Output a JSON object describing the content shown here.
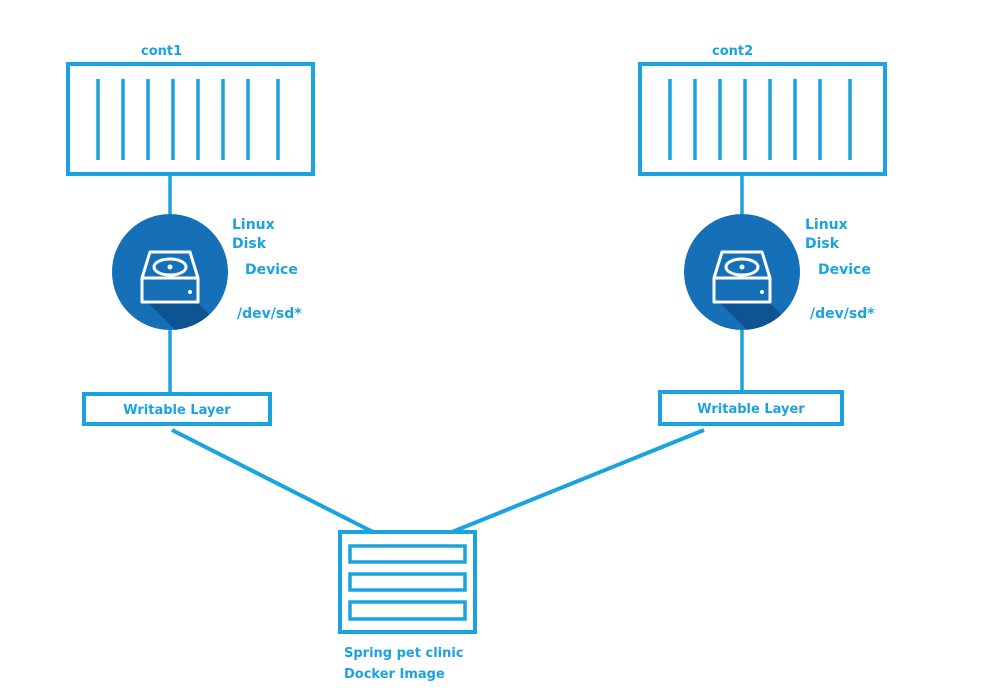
{
  "containers": [
    {
      "label": "cont1",
      "disk_lines": [
        "Linux",
        "Disk",
        "Device",
        "/dev/sd*"
      ],
      "layer_label": "Writable Layer"
    },
    {
      "label": "cont2",
      "disk_lines": [
        "Linux",
        "Disk",
        "Device",
        "/dev/sd*"
      ],
      "layer_label": "Writable Layer"
    }
  ],
  "image": {
    "line1": "Spring pet clinic",
    "line2": "Docker Image"
  },
  "colors": {
    "accent": "#1aa3df",
    "disk_fill": "#1670b8",
    "disk_shadow": "#0f5492",
    "background": "#ffffff"
  },
  "icons": [
    "container-icon",
    "hard-disk-icon",
    "docker-image-icon"
  ]
}
